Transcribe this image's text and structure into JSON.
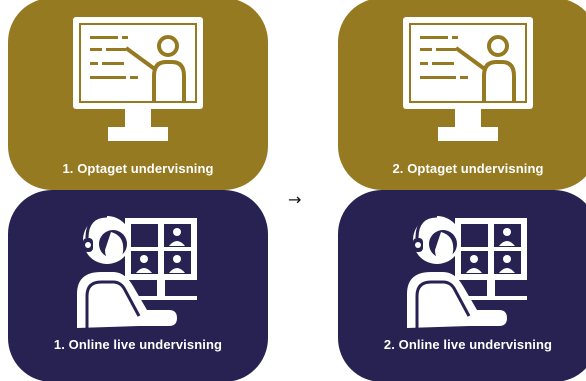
{
  "cards": {
    "top_left": {
      "label": "1.  Optaget undervisning",
      "icon": "presentation-monitor-icon"
    },
    "top_right": {
      "label": "2.  Optaget undervisning",
      "icon": "presentation-monitor-icon"
    },
    "bottom_left": {
      "label": "1.  Online live undervisning",
      "icon": "headset-video-call-icon"
    },
    "bottom_right": {
      "label": "2.  Online live undervisning",
      "icon": "headset-video-call-icon"
    }
  },
  "arrow": "→",
  "colors": {
    "gold": "#967a22",
    "navy": "#272252",
    "text": "#ffffff"
  }
}
